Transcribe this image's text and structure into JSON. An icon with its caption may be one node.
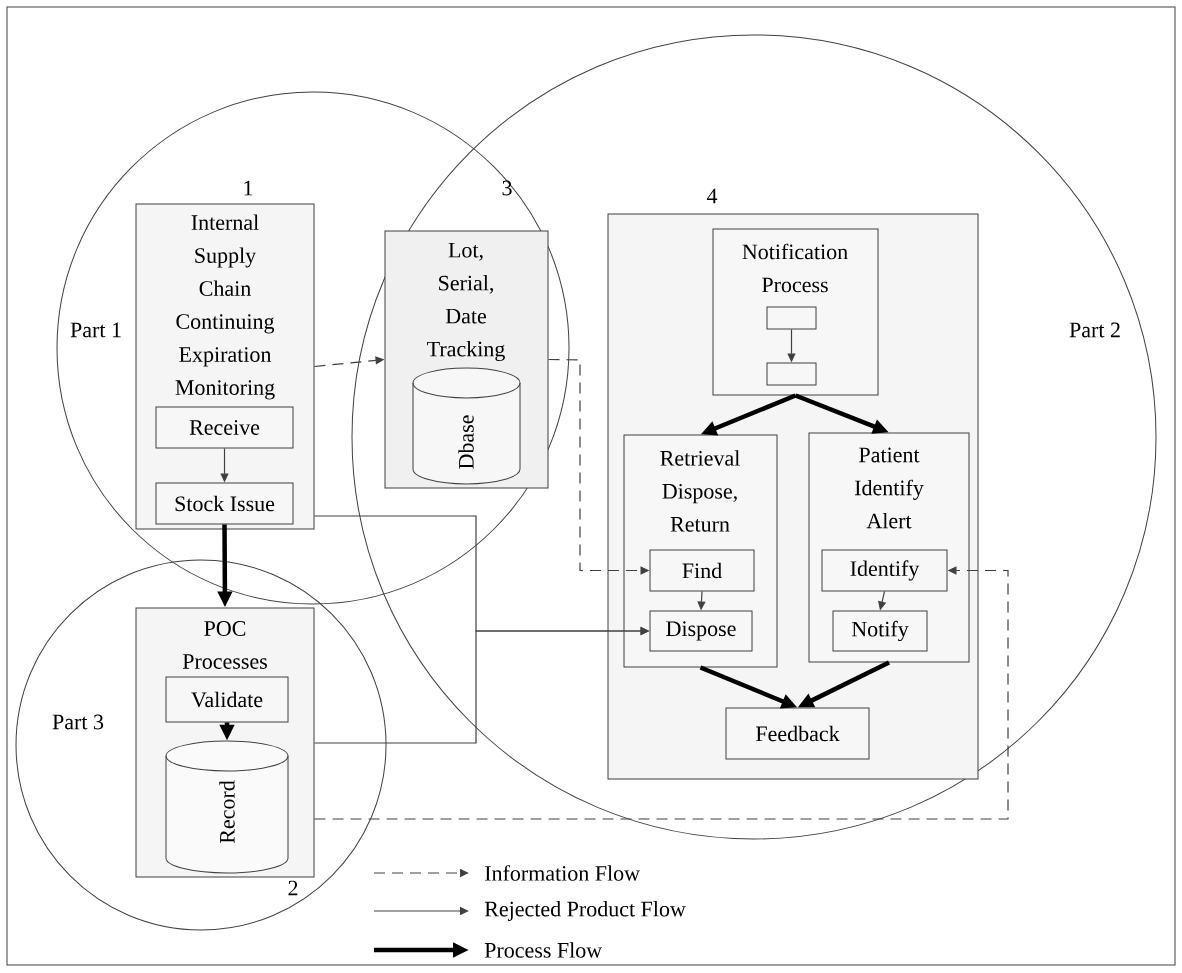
{
  "diagram": {
    "nodes": [
      {
        "text": [
          "Part 1"
        ]
      },
      {
        "text": [
          "Part 2"
        ]
      },
      {
        "text": [
          "Part 3"
        ]
      },
      {
        "text": [
          "1",
          "Internal Supply Chain Continuing Expiration Monitoring"
        ],
        "in": 0
      },
      {
        "text": [
          "Receive"
        ],
        "in": 3
      },
      {
        "text": [
          "Stock Issue"
        ],
        "in": 3
      },
      {
        "text": [
          "Lot, Serial, Date Tracking"
        ]
      },
      {
        "text": [
          "Dbase"
        ],
        "in": 6
      },
      {
        "text": [
          "POC Processes",
          "2"
        ],
        "in": 2
      },
      {
        "text": [
          "Validate"
        ],
        "in": 8
      },
      {
        "text": [
          "Record"
        ],
        "in": 8
      },
      {
        "text": [
          "4"
        ],
        "in": 1
      },
      {
        "text": [
          "Notification Process"
        ],
        "in": 11
      },
      {
        "text": [],
        "shape": "box",
        "in": 12
      },
      {
        "text": [],
        "shape": "box",
        "in": 12
      },
      {
        "text": [
          "Retrieval Dispose, Return"
        ],
        "in": 11
      },
      {
        "text": [
          "Find"
        ],
        "in": 15
      },
      {
        "text": [
          "Dispose"
        ],
        "in": 15
      },
      {
        "text": [
          "Patient Identify Alert"
        ],
        "in": 11
      },
      {
        "text": [
          "Identify"
        ],
        "in": 18
      },
      {
        "text": [
          "Notify"
        ],
        "in": 18
      },
      {
        "text": [
          "Feedback"
        ],
        "in": 11
      }
    ],
    "edges": [
      {
        "from": 4,
        "to": 5,
        "arrow": "to"
      },
      {
        "from": 5,
        "to": 8,
        "arrow": "to",
        "style": "thick"
      },
      {
        "from": 3,
        "to": 6,
        "arrow": "to",
        "style": "dashed"
      },
      {
        "from": 6,
        "to": 16,
        "arrow": "to",
        "style": "dashed"
      },
      {
        "from": 3,
        "to": 17,
        "arrow": "to"
      },
      {
        "from": 8,
        "to": 17,
        "arrow": "to"
      },
      {
        "from": 9,
        "to": 10,
        "arrow": "to",
        "style": "thick"
      },
      {
        "from": 8,
        "to": 19,
        "arrow": "to",
        "style": "dashed"
      },
      {
        "from": 13,
        "to": 14,
        "arrow": "to"
      },
      {
        "from": 12,
        "to": 15,
        "arrow": "to",
        "style": "thick"
      },
      {
        "from": 12,
        "to": 18,
        "arrow": "to",
        "style": "thick"
      },
      {
        "from": 16,
        "to": 17,
        "arrow": "to"
      },
      {
        "from": 19,
        "to": 20,
        "arrow": "to"
      },
      {
        "from": 15,
        "to": 21,
        "arrow": "to",
        "style": "thick"
      },
      {
        "from": 18,
        "to": 21,
        "arrow": "to",
        "style": "thick"
      }
    ],
    "labels": [
      "3"
    ],
    "legend": [
      {
        "text": "Information Flow"
      },
      {
        "text": "Rejected Product Flow"
      },
      {
        "text": "Process Flow"
      }
    ]
  }
}
